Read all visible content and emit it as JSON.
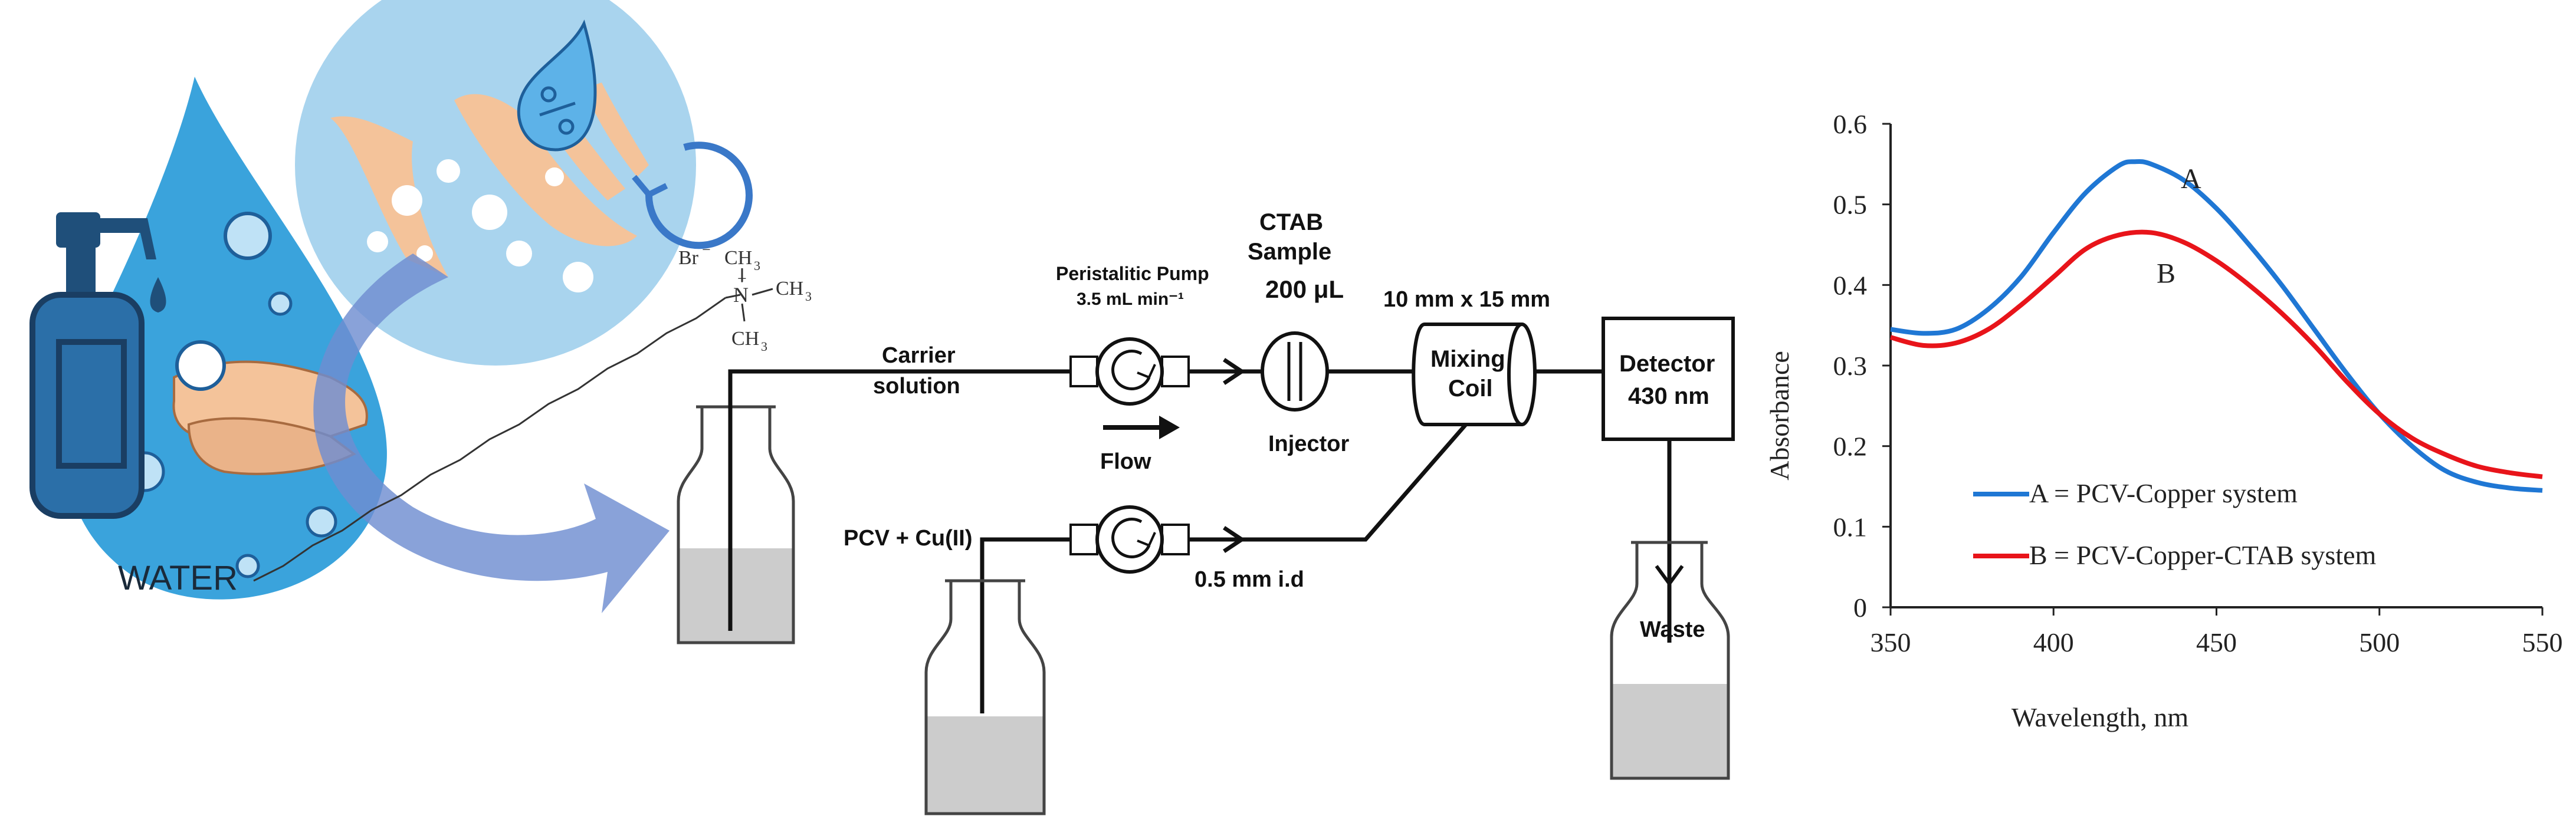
{
  "illustration": {
    "water_label": "WATER",
    "ctab_structure": {
      "bromide": "Br",
      "bromide_charge": "−",
      "nitrogen": "N",
      "nitrogen_charge": "+",
      "methyl": "CH",
      "methyl_subscript": "3"
    }
  },
  "fia": {
    "carrier_label_line1": "Carrier",
    "carrier_label_line2": "solution",
    "pump_label_line1": "Peristalitic Pump",
    "pump_label_line2": "3.5 mL min⁻¹",
    "flow_label": "Flow",
    "ctab_label_line1": "CTAB",
    "ctab_label_line2": "Sample",
    "volume_label": "200 μL",
    "injector_label": "Injector",
    "coil_dimensions": "10 mm x 15 mm",
    "coil_label_line1": "Mixing",
    "coil_label_line2": "Coil",
    "detector_label_line1": "Detector",
    "detector_label_line2": "430 nm",
    "reagent_label": "PCV + Cu(II)",
    "tubing_label": "0.5 mm i.d",
    "waste_label": "Waste"
  },
  "chart_data": {
    "type": "line",
    "x_ticks": [
      350,
      400,
      450,
      500,
      550
    ],
    "y_ticks": [
      0,
      0.1,
      0.2,
      0.3,
      0.4,
      0.5,
      0.6
    ],
    "xlim": [
      350,
      550
    ],
    "ylim": [
      0,
      0.6
    ],
    "xlabel": "Wavelength, nm",
    "ylabel": "Absorbance",
    "grid": false,
    "legend_position": "bottom-left",
    "series": [
      {
        "name": "A = PCV-Copper system",
        "label": "A",
        "color": "#1f77d4",
        "x": [
          350,
          360,
          370,
          380,
          390,
          400,
          410,
          420,
          425,
          430,
          440,
          450,
          460,
          470,
          480,
          490,
          500,
          510,
          520,
          530,
          540,
          550
        ],
        "y": [
          0.345,
          0.34,
          0.345,
          0.37,
          0.41,
          0.465,
          0.515,
          0.548,
          0.553,
          0.55,
          0.53,
          0.495,
          0.45,
          0.4,
          0.345,
          0.29,
          0.24,
          0.2,
          0.17,
          0.155,
          0.148,
          0.145
        ]
      },
      {
        "name": "B = PCV-Copper-CTAB system",
        "label": "B",
        "color": "#e8141a",
        "x": [
          350,
          360,
          370,
          380,
          390,
          400,
          410,
          420,
          430,
          440,
          450,
          460,
          470,
          480,
          490,
          500,
          510,
          520,
          530,
          540,
          550
        ],
        "y": [
          0.335,
          0.325,
          0.328,
          0.345,
          0.375,
          0.41,
          0.445,
          0.462,
          0.465,
          0.453,
          0.43,
          0.4,
          0.365,
          0.325,
          0.28,
          0.24,
          0.21,
          0.19,
          0.175,
          0.167,
          0.162
        ]
      }
    ]
  }
}
